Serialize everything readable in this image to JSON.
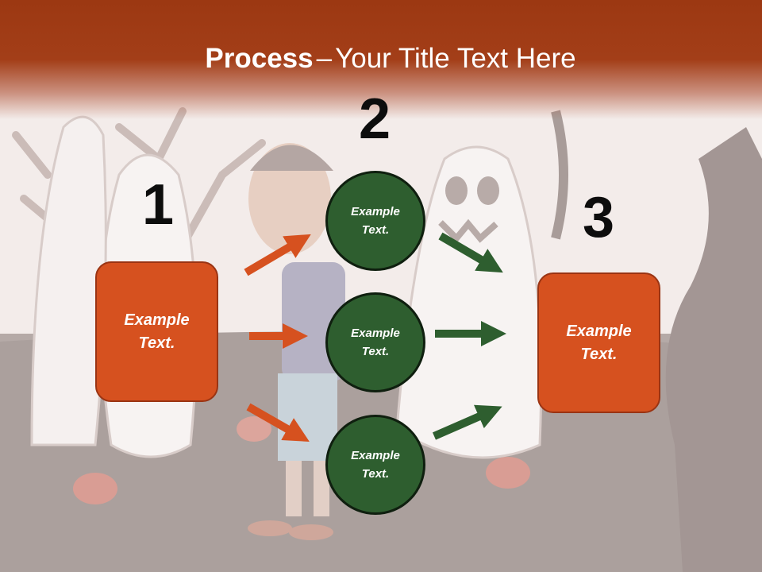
{
  "title": {
    "bold": "Process",
    "dash": "–",
    "rest": "Your Title Text Here"
  },
  "steps": [
    {
      "number": "1",
      "box_text": "Example\nText."
    },
    {
      "number": "2",
      "circles": [
        "Example\nText.",
        "Example\nText.",
        "Example\nText."
      ]
    },
    {
      "number": "3",
      "box_text": "Example\nText."
    }
  ],
  "colors": {
    "title_band": "#9c3812",
    "box_fill": "#d6511f",
    "circle_fill": "#2e5e2f",
    "arrow_orange": "#d6511f",
    "arrow_green": "#2e5e2f"
  }
}
